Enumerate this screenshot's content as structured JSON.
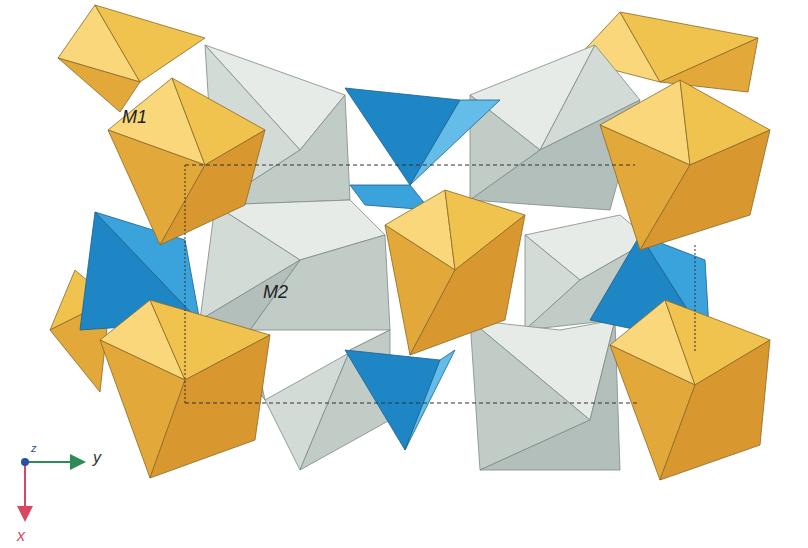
{
  "diagram": {
    "labels": [
      "M1",
      "M2",
      "y",
      "z",
      "x"
    ]
  }
}
